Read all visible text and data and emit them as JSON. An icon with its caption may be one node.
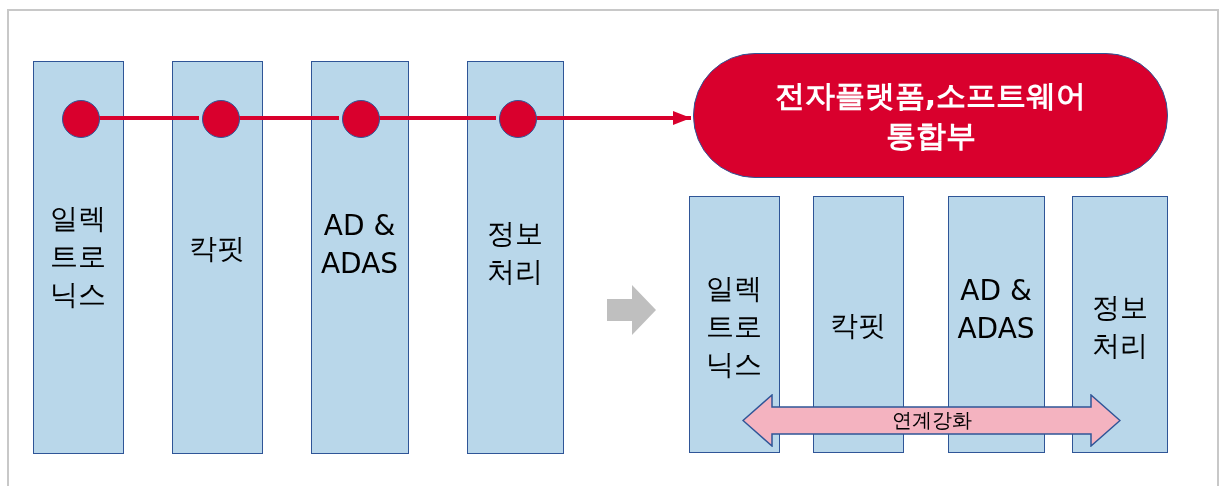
{
  "diagram": {
    "nodes": [
      {
        "text": [
          "일렉트로닉스"
        ]
      },
      {
        "text": [
          "칵핏"
        ]
      },
      {
        "text": [
          "AD & ADAS"
        ]
      },
      {
        "text": [
          "정보처리"
        ]
      },
      {
        "text": [],
        "shape": "circle",
        "in": 0
      },
      {
        "text": [],
        "shape": "circle",
        "in": 1
      },
      {
        "text": [],
        "shape": "circle",
        "in": 2
      },
      {
        "text": [],
        "shape": "circle",
        "in": 3
      },
      {
        "text": [
          "전자플랫폼,소프트웨어 통합부"
        ]
      },
      {
        "text": [
          "일렉트로닉스"
        ]
      },
      {
        "text": [
          "칵핏"
        ]
      },
      {
        "text": [
          "AD & ADAS"
        ]
      },
      {
        "text": [
          "정보처리"
        ]
      },
      {
        "text": [
          "연계강화"
        ]
      }
    ],
    "edges": [
      {
        "from": 4,
        "to": 5,
        "arrow": "none"
      },
      {
        "from": 5,
        "to": 6,
        "arrow": "none"
      },
      {
        "from": 6,
        "to": 7,
        "arrow": "none"
      },
      {
        "from": 7,
        "to": 8,
        "arrow": "to"
      }
    ]
  }
}
